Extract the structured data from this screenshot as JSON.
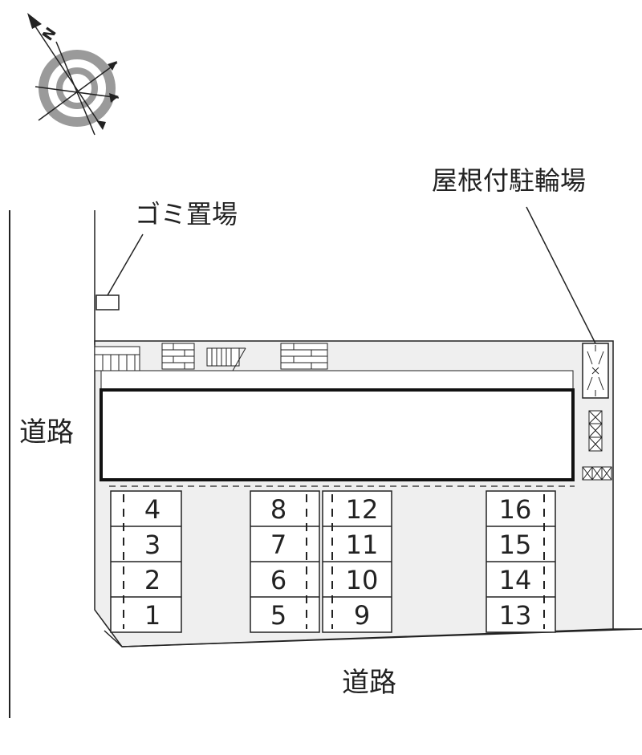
{
  "compass": {
    "north_label": "N",
    "icon": "compass-rose-icon"
  },
  "labels": {
    "garbage": "ゴミ置場",
    "bicycle": "屋根付駐輪場",
    "road_left": "道路",
    "road_bottom": "道路"
  },
  "parking": {
    "group_a": [
      "4",
      "3",
      "2",
      "1"
    ],
    "group_b": [
      "8",
      "7",
      "6",
      "5"
    ],
    "group_c": [
      "12",
      "11",
      "10",
      "9"
    ],
    "group_d": [
      "16",
      "15",
      "14",
      "13"
    ]
  },
  "colors": {
    "lot_fill": "#efefef",
    "line": "#222222",
    "building_fill": "#ffffff"
  }
}
